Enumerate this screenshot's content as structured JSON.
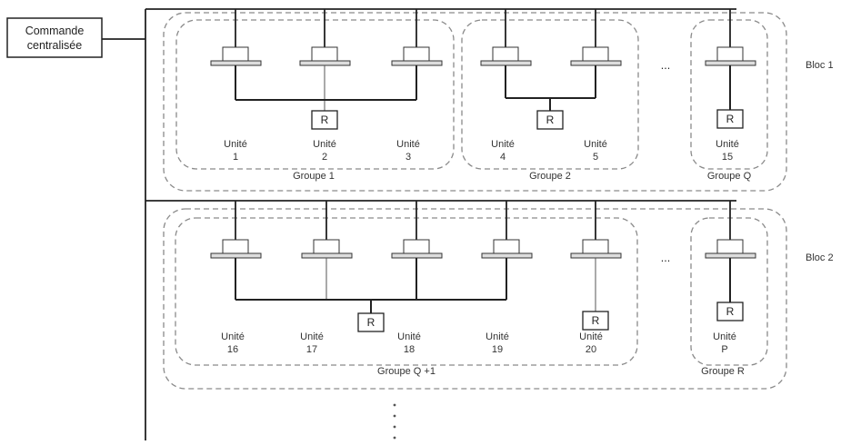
{
  "controller": {
    "line1": "Commande",
    "line2": "centralisée"
  },
  "remote_label": "R",
  "unit_word": "Unité",
  "ellipsis": "...",
  "blocks": [
    {
      "label": "Bloc 1",
      "groups": [
        {
          "label": "Groupe 1",
          "units": [
            "1",
            "2",
            "3"
          ]
        },
        {
          "label": "Groupe 2",
          "units": [
            "4",
            "5"
          ]
        },
        {
          "label": "Groupe Q",
          "units": [
            "15"
          ]
        }
      ]
    },
    {
      "label": "Bloc 2",
      "groups": [
        {
          "label": "Groupe Q +1",
          "units": [
            "16",
            "17",
            "18",
            "19",
            "20"
          ]
        },
        {
          "label": "Groupe R",
          "units": [
            "P"
          ]
        }
      ]
    }
  ]
}
